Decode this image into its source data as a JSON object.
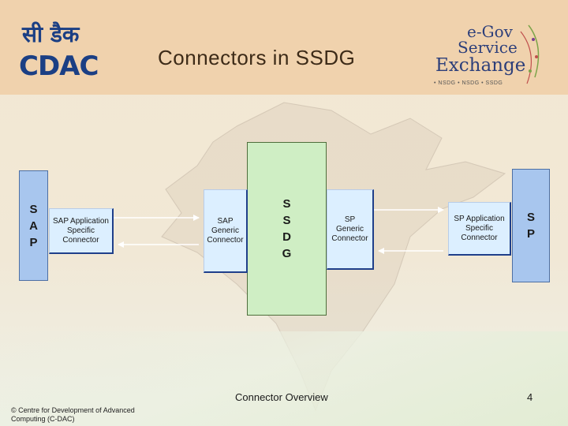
{
  "slide": {
    "title": "Connectors in SSDG",
    "logo_left": {
      "hindi": "सी डैक",
      "latin": "CDAC"
    },
    "logo_right": {
      "line1": "e-Gov",
      "line2": "Service",
      "line3": "Exchange",
      "tagline": "• NSDG • NSDG • SSDG"
    },
    "boxes": {
      "sap": "S\nA\nP",
      "sap_app_connector": "SAP Application\nSpecific\nConnector",
      "sap_generic_connector": "SAP\nGeneric\nConnector",
      "ssdg": "S\nS\nD\nG",
      "sp_generic_connector": "SP\nGeneric\nConnector",
      "sp_app_connector": "SP Application\nSpecific\nConnector",
      "sp": "S\nP"
    },
    "caption": "Connector Overview",
    "page_number": "4",
    "copyright": "© Centre for Development of Advanced Computing (C-DAC)"
  },
  "colors": {
    "header": "#f0d2ad",
    "bar_fill": "#a8c6ee",
    "connector_fill": "#dcefff",
    "ssdg_fill": "#cfeec4",
    "logo_blue": "#1b3f84"
  }
}
